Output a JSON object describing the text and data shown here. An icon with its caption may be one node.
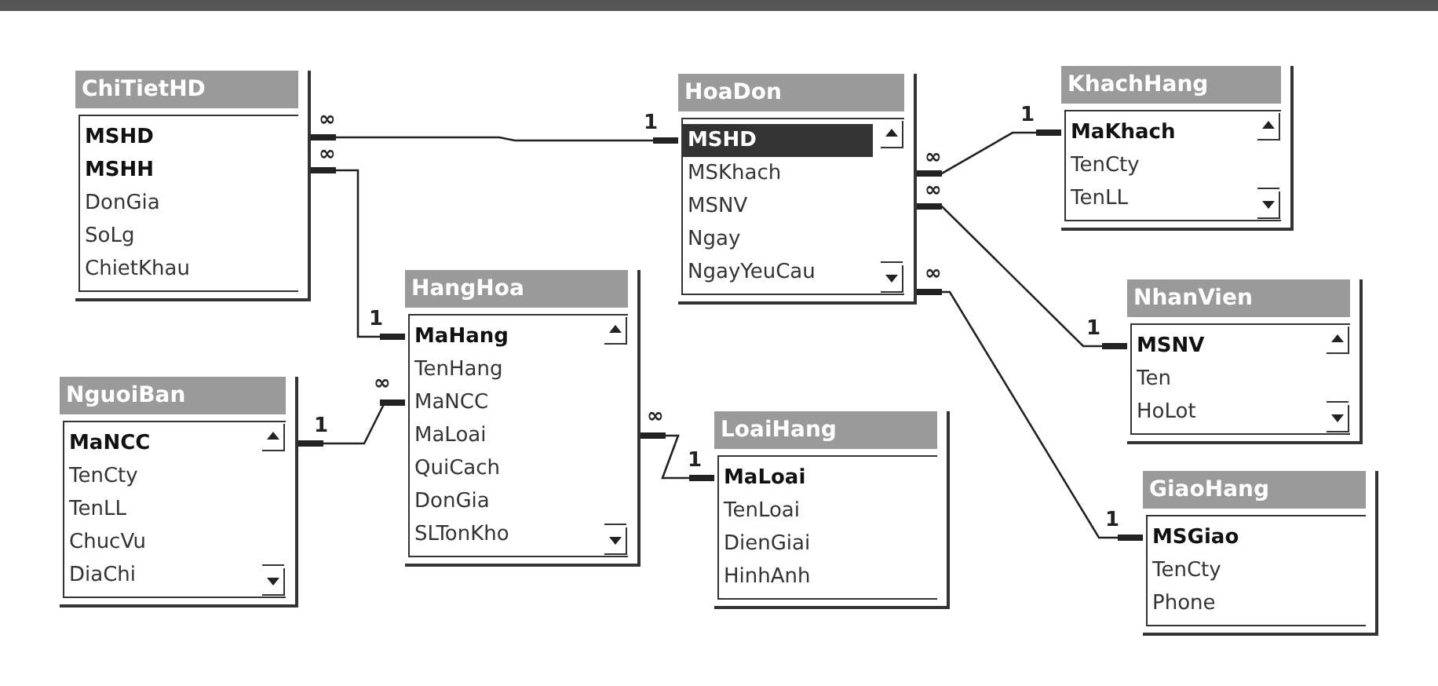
{
  "diagram": {
    "nodes": [
      {
        "text": [
          "ChiTietHD",
          "MSHD",
          "MSHH",
          "DonGia",
          "SoLg",
          "ChietKhau"
        ]
      },
      {
        "text": [
          "HoaDon",
          "MSHD",
          "MSKhach",
          "MSNV",
          "Ngay",
          "NgayYeuCau"
        ]
      },
      {
        "text": [
          "KhachHang",
          "MaKhach",
          "TenCty",
          "TenLL"
        ]
      },
      {
        "text": [
          "HangHoa",
          "MaHang",
          "TenHang",
          "MaNCC",
          "MaLoai",
          "QuiCach",
          "DonGia",
          "SLTonKho"
        ]
      },
      {
        "text": [
          "NhanVien",
          "MSNV",
          "Ten",
          "HoLot"
        ]
      },
      {
        "text": [
          "NguoiBan",
          "MaNCC",
          "TenCty",
          "TenLL",
          "ChucVu",
          "DiaChi"
        ]
      },
      {
        "text": [
          "LoaiHang",
          "MaLoai",
          "TenLoai",
          "DienGiai",
          "HinhAnh"
        ]
      },
      {
        "text": [
          "GiaoHang",
          "MSGiao",
          "TenCty",
          "Phone"
        ]
      }
    ],
    "edges": [
      {
        "from": 0,
        "to": 1,
        "arrow": "other"
      },
      {
        "from": 0,
        "to": 3,
        "arrow": "other"
      },
      {
        "from": 1,
        "to": 2,
        "arrow": "other"
      },
      {
        "from": 1,
        "to": 4,
        "arrow": "other"
      },
      {
        "from": 1,
        "to": 7,
        "arrow": "other"
      },
      {
        "from": 3,
        "to": 5,
        "arrow": "other"
      },
      {
        "from": 3,
        "to": 6,
        "arrow": "other"
      }
    ],
    "labels": [
      "∞",
      "1",
      "∞",
      "1",
      "∞",
      "1",
      "∞",
      "1",
      "∞",
      "1",
      "∞",
      "1",
      "∞",
      "1"
    ]
  }
}
